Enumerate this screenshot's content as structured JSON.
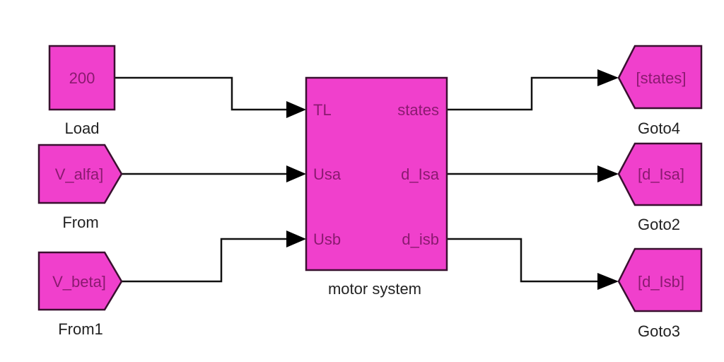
{
  "colors": {
    "block_fill": "#f040cc",
    "block_text": "#8a1a70",
    "wire": "#111111"
  },
  "blocks": {
    "load": {
      "value": "200",
      "name": "Load"
    },
    "from": {
      "tag": "V_alfa]",
      "name": "From"
    },
    "from1": {
      "tag": "V_beta]",
      "name": "From1"
    },
    "motor": {
      "name": "motor system",
      "inputs": [
        "TL",
        "Usa",
        "Usb"
      ],
      "outputs": [
        "states",
        "d_Isa",
        "d_isb"
      ]
    },
    "goto4": {
      "tag": "[states]",
      "name": "Goto4"
    },
    "goto2": {
      "tag": "[d_Isa]",
      "name": "Goto2"
    },
    "goto3": {
      "tag": "[d_Isb]",
      "name": "Goto3"
    }
  }
}
